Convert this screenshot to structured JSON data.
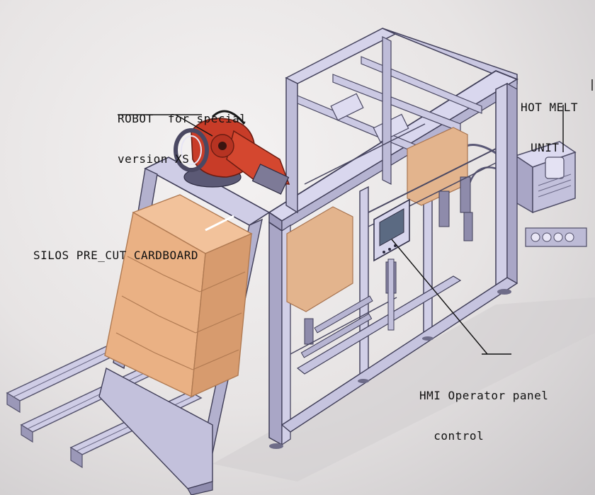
{
  "labels": {
    "robot_line1": "ROBOT  for special",
    "robot_line2": "version XS",
    "hot_melt_line1": "HOT MELT",
    "hot_melt_line2": "UNIT",
    "silos": "SILOS PRE_CUT CARDBOARD",
    "hmi_line1": "HMI Operator panel",
    "hmi_line2": "  control"
  },
  "icons": {
    "robot": "robot-arm-icon",
    "hmi": "hmi-panel-icon"
  },
  "colors": {
    "background": "#e6e3e2",
    "frame": "#c8c6e0",
    "frame_dark": "#8f8cae",
    "cardboard": "#eab184",
    "cardboard_dark": "#c98a5e",
    "robot": "#c83c28",
    "text": "#111111"
  }
}
